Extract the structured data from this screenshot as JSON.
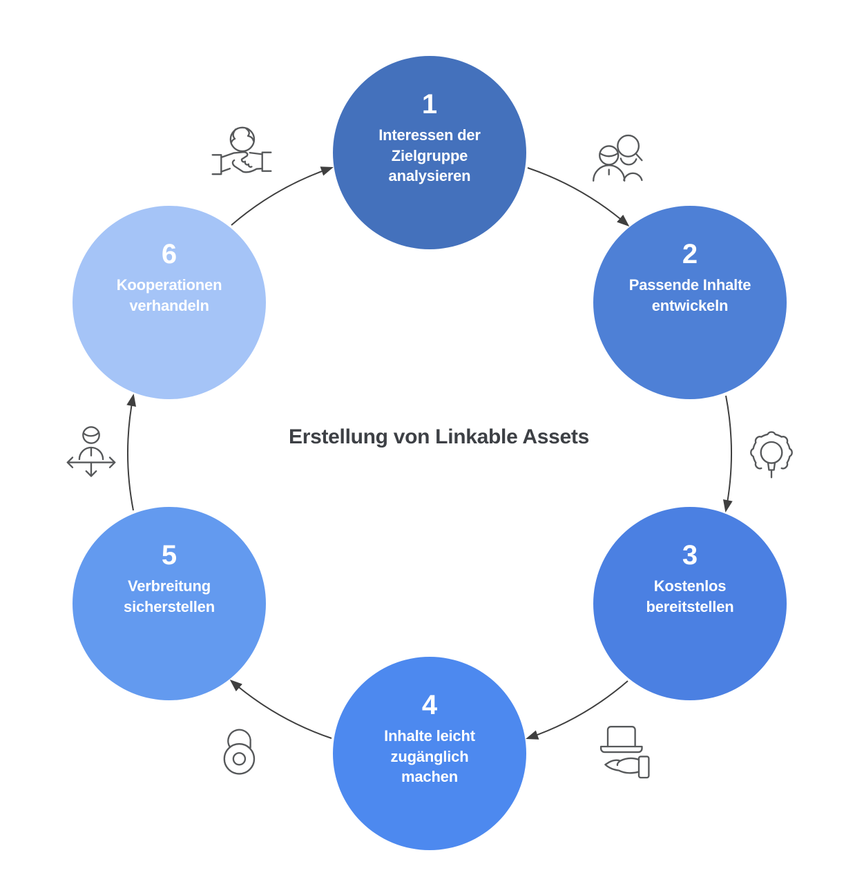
{
  "title": "Erstellung von Linkable Assets",
  "diagram": {
    "steps": [
      {
        "number": "1",
        "label": "Interessen der Zielgruppe analysieren",
        "lines": [
          "Interessen der",
          "Zielgruppe",
          "analysieren"
        ],
        "color": "#4471BC"
      },
      {
        "number": "2",
        "label": "Passende Inhalte entwickeln",
        "lines": [
          "Passende Inhalte",
          "entwickeln"
        ],
        "color": "#4E80D6"
      },
      {
        "number": "3",
        "label": "Kostenlos bereitstellen",
        "lines": [
          "Kostenlos",
          "bereitstellen"
        ],
        "color": "#4B80E2"
      },
      {
        "number": "4",
        "label": "Inhalte leicht zugänglich machen",
        "lines": [
          "Inhalte leicht",
          "zugänglich",
          "machen"
        ],
        "color": "#4D89EF"
      },
      {
        "number": "5",
        "label": "Verbreitung sicherstellen",
        "lines": [
          "Verbreitung",
          "sicherstellen"
        ],
        "color": "#639AEF"
      },
      {
        "number": "6",
        "label": "Kooperationen verhandeln",
        "lines": [
          "Kooperationen",
          "verhandeln"
        ],
        "color": "#A5C4F7"
      }
    ],
    "icons": [
      {
        "name": "globe-handshake-icon",
        "between": "6-1"
      },
      {
        "name": "audience-analysis-icon",
        "between": "1-2"
      },
      {
        "name": "gear-lightbulb-icon",
        "between": "2-3"
      },
      {
        "name": "hand-laptop-icon",
        "between": "3-4"
      },
      {
        "name": "open-lock-icon",
        "between": "4-5"
      },
      {
        "name": "person-distribution-icon",
        "between": "5-6"
      }
    ],
    "flow": "clockwise",
    "colors": {
      "arrow": "#3f3f3f",
      "icon_stroke": "#56585a",
      "title_text": "#3d4045",
      "step_text": "#ffffff",
      "background": "#ffffff"
    }
  }
}
